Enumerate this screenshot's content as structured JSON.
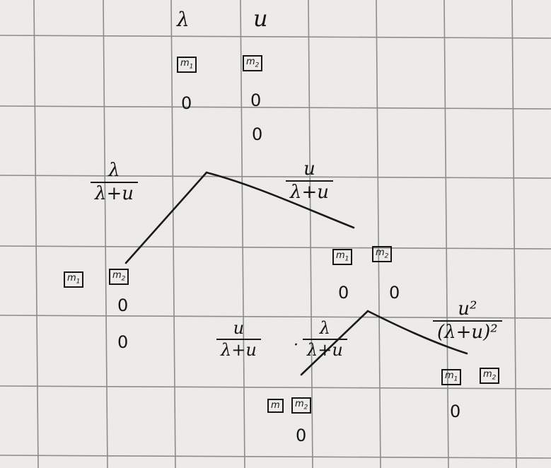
{
  "top": {
    "rate_left": "λ",
    "rate_right": "u",
    "box_m1": "m",
    "box_m1_sub": "1",
    "box_m2": "m",
    "box_m2_sub": "2",
    "zero": "0"
  },
  "branch_left": {
    "numerator": "λ",
    "denominator": "λ+u"
  },
  "branch_right": {
    "numerator": "u",
    "denominator": "λ+u"
  },
  "branch_bottom_left": {
    "numerator": "u",
    "denominator": "λ+u",
    "suffix": "·",
    "numerator2": "λ",
    "denominator2": "λ+u"
  },
  "branch_bottom_right": {
    "numerator": "u²",
    "denominator": "(λ+u)²"
  },
  "colors": {
    "paper": "#ecebe8",
    "grid": "#8c8c8c",
    "ink": "#151515"
  }
}
